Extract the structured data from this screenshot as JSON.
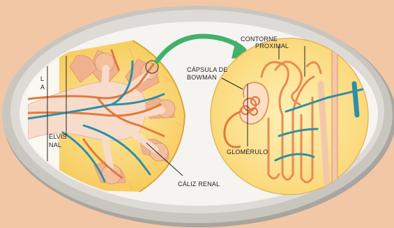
{
  "labels": {
    "pelvis_partial_1": "ELVIS",
    "pelvis_partial_2": "NAL",
    "left_cut_1": "L",
    "left_cut_2": "A",
    "caliz_renal": "CÁLIZ RENAL",
    "capsula_line1": "CÁPSULA DE",
    "capsula_line2": "BOWMAN",
    "contorneado_line1": "CONTORNE",
    "contorneado_line2": "PROXIMAL",
    "glomerulo": "GLOMÉRULO"
  },
  "colors": {
    "background": "#f2c7a6",
    "frame_outer": "#b9b6b0",
    "frame_inner": "#f4f2ee",
    "kidney_cortex": "#fcd978",
    "kidney_cortex_dark": "#f5c24e",
    "medulla_pyramid": "#f1b48f",
    "pelvis": "#f6d7c4",
    "artery": "#e07a3c",
    "vein": "#2f8fa4",
    "arrow": "#45b06b",
    "nephron_circle": "#fde28a"
  },
  "icons": [
    "kidney-cross-section",
    "nephron-detail",
    "curved-arrow"
  ]
}
